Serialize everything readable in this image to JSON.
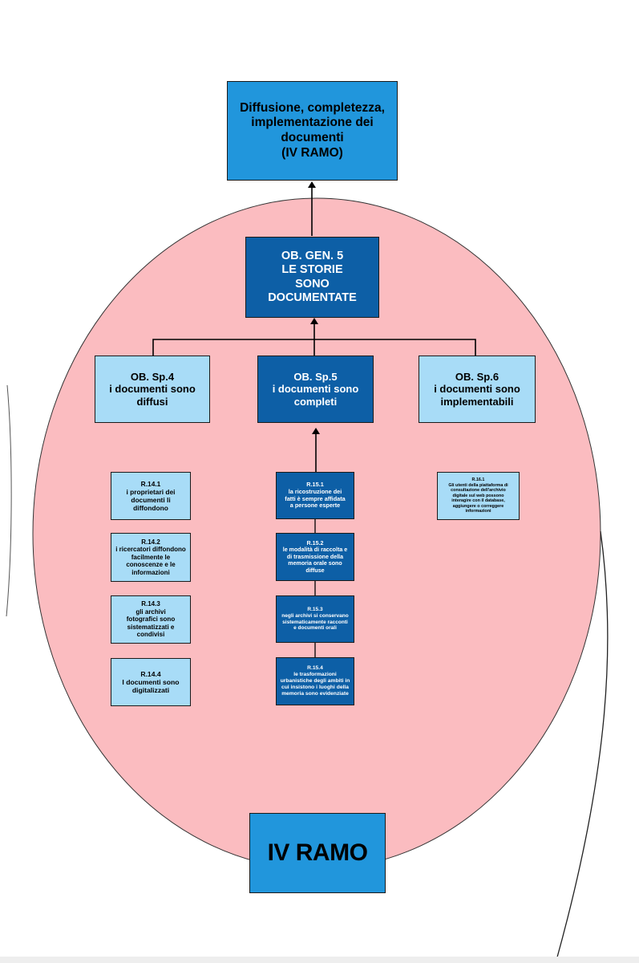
{
  "top_box": {
    "text": "Diffusione, completezza,\nimplementazione dei\ndocumenti\n(IV RAMO)"
  },
  "general_objective": {
    "text": "OB. GEN. 5\nLE STORIE\nSONO\nDOCUMENTATE"
  },
  "specific_objectives": [
    {
      "text": "OB. Sp.4\ni documenti sono\ndiffusi"
    },
    {
      "text": "OB. Sp.5\ni documenti sono\ncompleti"
    },
    {
      "text": "OB. Sp.6\ni documenti sono\nimplementabili"
    }
  ],
  "results_14": [
    {
      "text": "R.14.1\ni proprietari dei\ndocumenti li\ndiffondono"
    },
    {
      "text": "R.14.2\ni ricercatori diffondono\nfacilmente le\nconoscenze e le\ninformazioni"
    },
    {
      "text": "R.14.3\ngli archivi\nfotografici  sono\nsistematizzati e\ncondivisi"
    },
    {
      "text": "R.14.4\nI documenti sono\ndigitalizzati"
    }
  ],
  "results_15": [
    {
      "text": "R.15.1\nla ricostruzione dei\nfatti è sempre affidata\na persone esperte"
    },
    {
      "text": "R.15.2\nle modalità di raccolta e\ndi trasmissione della\nmemoria orale sono\ndiffuse"
    },
    {
      "text": "R.15.3\nnegli archivi si conservano\nsistematicamente racconti\ne documenti orali"
    },
    {
      "text": "R.15.4\nle trasformazioni\nurbanistiche degli ambiti in\ncui insistono i luoghi della\nmemoria sono evidenziate"
    }
  ],
  "results_16": [
    {
      "text": "R.16.1\nGli utenti della piattaforma di\nconsultazione dell'archivio\ndigitale sul web possono\ninteragire con il database,\naggiungere o correggere\ninformazioni"
    }
  ],
  "branch_label": {
    "text": "IV RAMO"
  },
  "colors": {
    "ellipse_fill": "#fbbcc0",
    "mid_blue": "#2196dc",
    "dark_blue": "#0d5fa6",
    "light_blue": "#a8dcf7"
  }
}
